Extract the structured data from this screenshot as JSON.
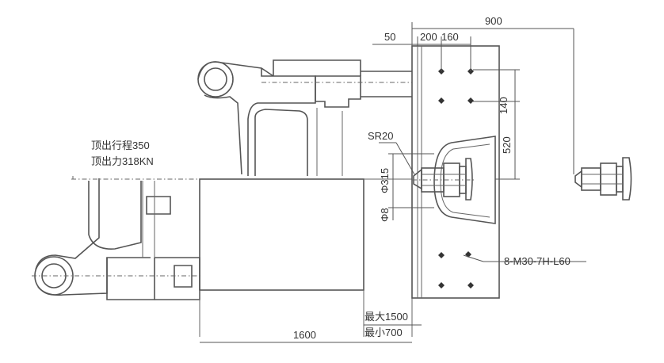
{
  "annotations": {
    "ejector_stroke": "顶出行程350",
    "ejector_force": "顶出力318KN",
    "sphere_radius": "SR20",
    "thread_spec": "8-M30-7H-L60",
    "max_opening": "最大1500",
    "min_opening": "最小700"
  },
  "dimensions": {
    "overall_900": "900",
    "d50": "50",
    "d200": "200",
    "d160": "160",
    "d140": "140",
    "d520": "520",
    "dia315": "Φ315",
    "dia8": "Φ8",
    "d1600": "1600"
  }
}
